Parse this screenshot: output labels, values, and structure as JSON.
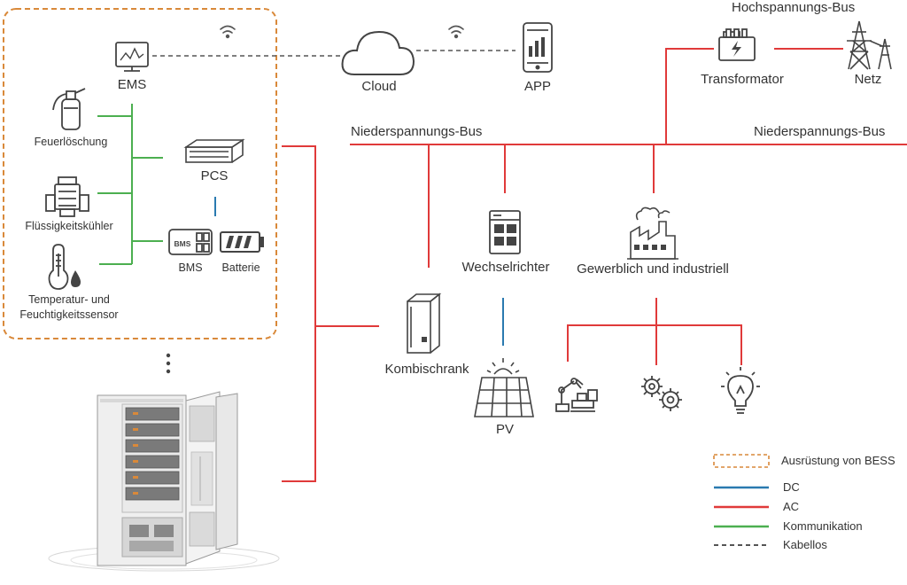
{
  "colors": {
    "dc": "#2a7ab0",
    "ac": "#e03a3a",
    "communication": "#4caf50",
    "wireless": "#555555",
    "bess_border": "#d9893a",
    "icon": "#555555"
  },
  "labels": {
    "ems": "EMS",
    "cloud": "Cloud",
    "app": "APP",
    "transformer": "Transformator",
    "grid": "Netz",
    "hv_bus": "Hochspannungs-Bus",
    "lv_bus_left": "Niederspannungs-Bus",
    "lv_bus_right": "Niederspannungs-Bus",
    "fire": "Feuerlöschung",
    "pcs": "PCS",
    "cooler": "Flüssigkeitskühler",
    "bms": "BMS",
    "battery": "Batterie",
    "sensor": "Temperatur- und\nFeuchtigkeitssensor",
    "inverter": "Wechselrichter",
    "industrial": "Gewerblich und industriell",
    "cabinet": "Kombischrank",
    "pv": "PV",
    "bms_chip": "BMS"
  },
  "legend": [
    {
      "label": "Ausrüstung von BESS",
      "style": "dashed-box",
      "color": "#d9893a"
    },
    {
      "label": "DC",
      "style": "solid",
      "color": "#2a7ab0"
    },
    {
      "label": "AC",
      "style": "solid",
      "color": "#e03a3a"
    },
    {
      "label": "Kommunikation",
      "style": "solid",
      "color": "#4caf50"
    },
    {
      "label": "Kabellos",
      "style": "dashed",
      "color": "#555555"
    }
  ]
}
